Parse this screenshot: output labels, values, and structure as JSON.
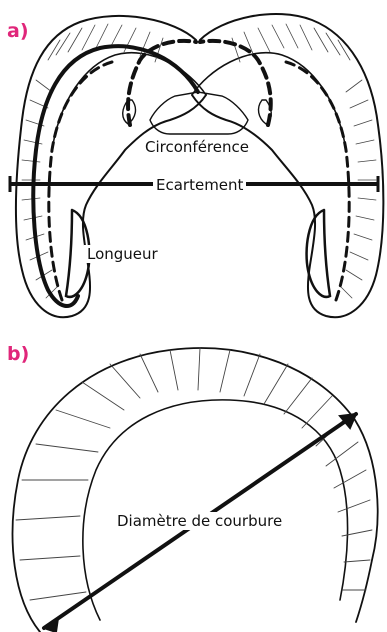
{
  "panels": {
    "a": {
      "label": "a)",
      "measures": {
        "circumference": "Circonférence",
        "spread": "Ecartement",
        "length": "Longueur"
      }
    },
    "b": {
      "label": "b)",
      "measures": {
        "curl_diameter": "Diamètre de courbure"
      }
    }
  },
  "colors": {
    "panel_label": "#e0267a",
    "ink": "#111111"
  }
}
